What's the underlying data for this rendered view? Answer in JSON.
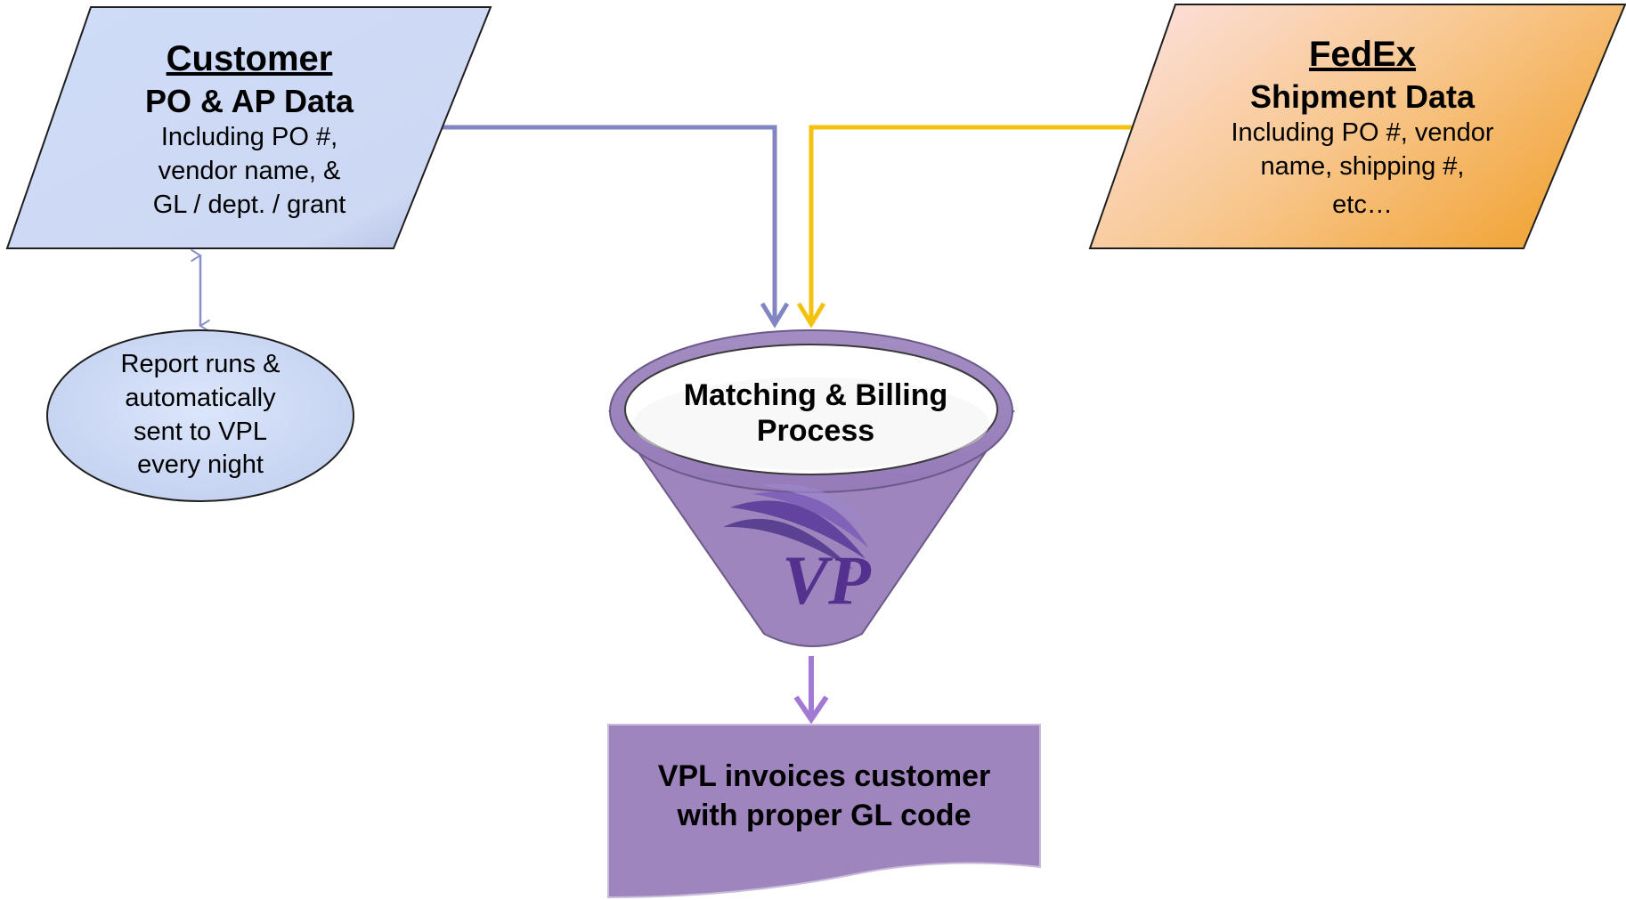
{
  "customer": {
    "title": "Customer",
    "subtitle": "PO & AP Data",
    "lines": [
      "Including PO #,",
      "vendor name, &",
      "GL / dept. / grant"
    ]
  },
  "fedex": {
    "title": "FedEx",
    "subtitle": "Shipment Data",
    "lines": [
      "Including PO #, vendor",
      "name, shipping #,",
      "etc…"
    ]
  },
  "report": {
    "lines": [
      "Report runs &",
      "automatically",
      "sent to VPL",
      "every night"
    ]
  },
  "funnel": {
    "lines": [
      "Matching & Billing",
      "Process"
    ],
    "logo_text": "VP"
  },
  "invoice": {
    "lines": [
      "VPL invoices customer",
      "with proper GL code"
    ]
  },
  "colors": {
    "customer_fill": "#cdd9f5",
    "fedex_fill_start": "#fbe0e0",
    "fedex_fill_end": "#f4ac4c",
    "customer_connector": "#8186c2",
    "fedex_connector": "#f4c20d",
    "funnel_fill": "#9e85bd",
    "invoice_fill": "#9e85bd",
    "output_arrow": "#a27ad4"
  }
}
